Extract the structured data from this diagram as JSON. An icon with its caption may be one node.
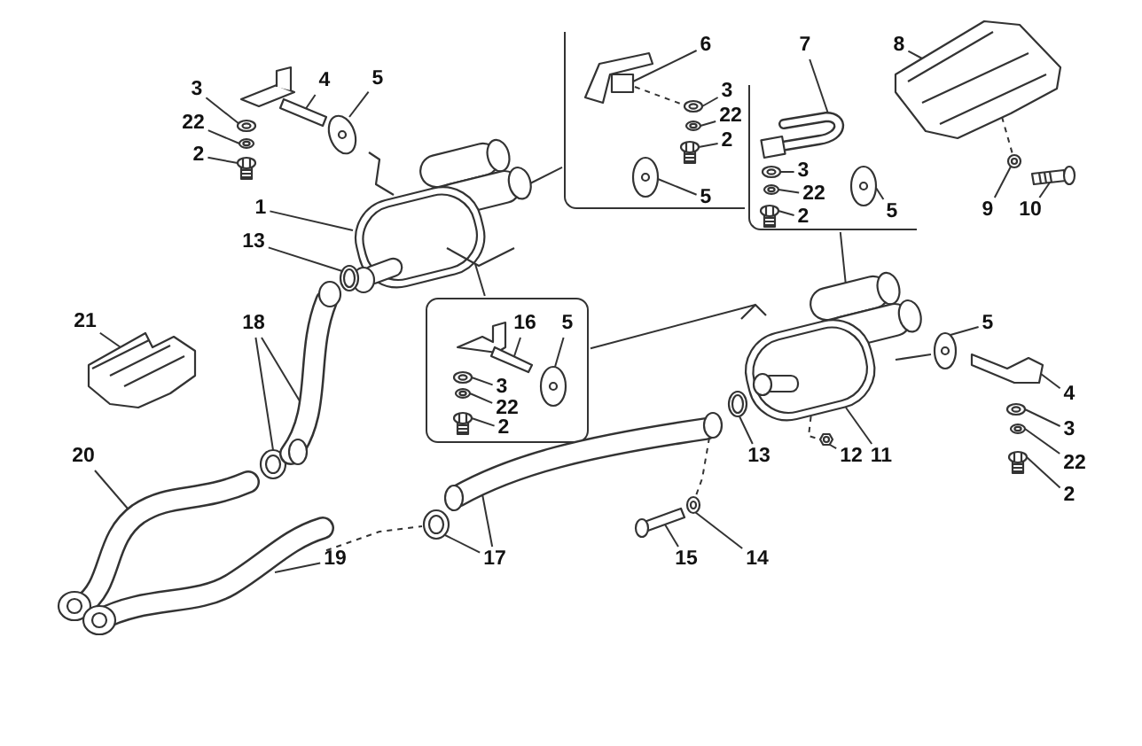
{
  "diagram": {
    "nodes": [
      {
        "text": [
          "3"
        ]
      },
      {
        "text": [
          "4"
        ]
      },
      {
        "text": [
          "5"
        ]
      },
      {
        "text": [
          "22"
        ]
      },
      {
        "text": [
          "2"
        ]
      },
      {
        "text": [],
        "shape": "box"
      },
      {
        "text": [
          "6"
        ],
        "in": 5
      },
      {
        "text": [
          "3"
        ],
        "in": 5
      },
      {
        "text": [
          "22"
        ],
        "in": 5
      },
      {
        "text": [
          "2"
        ],
        "in": 5
      },
      {
        "text": [
          "5"
        ],
        "in": 5
      },
      {
        "text": [
          "7"
        ]
      },
      {
        "text": [
          "8"
        ]
      },
      {
        "text": [],
        "shape": "box"
      },
      {
        "text": [
          "3"
        ],
        "in": 13
      },
      {
        "text": [
          "22"
        ],
        "in": 13
      },
      {
        "text": [
          "2"
        ],
        "in": 13
      },
      {
        "text": [
          "5"
        ],
        "in": 13
      },
      {
        "text": [
          "1"
        ]
      },
      {
        "text": [
          "9"
        ]
      },
      {
        "text": [
          "10"
        ]
      },
      {
        "text": [
          "13"
        ]
      },
      {
        "text": [
          "21"
        ]
      },
      {
        "text": [
          "18"
        ]
      },
      {
        "text": [],
        "shape": "box"
      },
      {
        "text": [
          "16"
        ],
        "in": 24
      },
      {
        "text": [
          "5"
        ],
        "in": 24
      },
      {
        "text": [
          "3"
        ],
        "in": 24
      },
      {
        "text": [
          "22"
        ],
        "in": 24
      },
      {
        "text": [
          "2"
        ]
      },
      {
        "text": [
          "5"
        ]
      },
      {
        "text": [
          "4"
        ]
      },
      {
        "text": [
          "3"
        ]
      },
      {
        "text": [
          "13"
        ]
      },
      {
        "text": [
          "12"
        ]
      },
      {
        "text": [
          "11"
        ]
      },
      {
        "text": [
          "20"
        ]
      },
      {
        "text": [
          "22"
        ]
      },
      {
        "text": [
          "2"
        ]
      },
      {
        "text": [
          "19"
        ]
      },
      {
        "text": [
          "17"
        ]
      },
      {
        "text": [
          "15"
        ]
      },
      {
        "text": [
          "14"
        ]
      },
      {
        "text": [],
        "shape": "picture"
      },
      {
        "text": [],
        "shape": "picture"
      },
      {
        "text": [],
        "shape": "picture"
      },
      {
        "text": [],
        "shape": "picture"
      },
      {
        "text": [],
        "shape": "picture"
      },
      {
        "text": [],
        "shape": "picture"
      },
      {
        "text": [],
        "shape": "picture",
        "in": 5
      },
      {
        "text": [],
        "shape": "picture",
        "in": 5
      },
      {
        "text": [],
        "shape": "picture",
        "in": 5
      },
      {
        "text": [],
        "shape": "picture",
        "in": 5
      },
      {
        "text": [],
        "shape": "picture",
        "in": 5
      },
      {
        "text": [],
        "shape": "picture",
        "in": 13
      },
      {
        "text": [],
        "shape": "picture"
      },
      {
        "text": [],
        "shape": "picture"
      },
      {
        "text": [],
        "shape": "picture",
        "in": 13
      },
      {
        "text": [],
        "shape": "picture",
        "in": 13
      },
      {
        "text": [],
        "shape": "picture",
        "in": 13
      },
      {
        "text": [],
        "shape": "picture",
        "in": 13
      },
      {
        "text": [],
        "shape": "picture"
      },
      {
        "text": [],
        "shape": "picture"
      },
      {
        "text": [],
        "shape": "picture"
      },
      {
        "text": [],
        "shape": "picture"
      },
      {
        "text": [],
        "shape": "picture"
      },
      {
        "text": [],
        "shape": "picture"
      },
      {
        "text": [],
        "shape": "picture",
        "in": 24
      },
      {
        "text": [],
        "shape": "picture",
        "in": 24
      },
      {
        "text": [],
        "shape": "picture",
        "in": 24
      },
      {
        "text": [],
        "shape": "picture",
        "in": 24
      },
      {
        "text": [],
        "shape": "picture"
      },
      {
        "text": [],
        "shape": "picture"
      },
      {
        "text": [],
        "shape": "picture"
      },
      {
        "text": [],
        "shape": "picture"
      },
      {
        "text": [],
        "shape": "picture"
      },
      {
        "text": [],
        "shape": "picture"
      },
      {
        "text": [],
        "shape": "picture"
      },
      {
        "text": [],
        "shape": "picture"
      },
      {
        "text": [],
        "shape": "picture"
      },
      {
        "text": [],
        "shape": "picture"
      },
      {
        "text": [],
        "shape": "picture"
      },
      {
        "text": [],
        "shape": "picture"
      },
      {
        "text": [],
        "shape": "picture"
      },
      {
        "text": [],
        "shape": "picture"
      }
    ],
    "edges": [
      {
        "from": 0,
        "to": 43,
        "arrow": "none"
      },
      {
        "from": 1,
        "to": 44,
        "arrow": "none"
      },
      {
        "from": 2,
        "to": 45,
        "arrow": "none"
      },
      {
        "from": 3,
        "to": 46,
        "arrow": "none"
      },
      {
        "from": 4,
        "to": 47,
        "arrow": "none"
      },
      {
        "from": 5,
        "to": 48,
        "arrow": "none"
      },
      {
        "from": 6,
        "to": 49,
        "arrow": "none"
      },
      {
        "from": 7,
        "to": 50,
        "arrow": "none"
      },
      {
        "from": 8,
        "to": 51,
        "arrow": "none"
      },
      {
        "from": 9,
        "to": 52,
        "arrow": "none"
      },
      {
        "from": 10,
        "to": 53,
        "arrow": "none"
      },
      {
        "from": 11,
        "to": 54,
        "arrow": "none"
      },
      {
        "from": 12,
        "to": 55,
        "arrow": "none"
      },
      {
        "from": 13,
        "to": 56,
        "arrow": "none"
      },
      {
        "from": 14,
        "to": 57,
        "arrow": "none"
      },
      {
        "from": 15,
        "to": 58,
        "arrow": "none"
      },
      {
        "from": 16,
        "to": 59,
        "arrow": "none"
      },
      {
        "from": 17,
        "to": 60,
        "arrow": "none"
      },
      {
        "from": 18,
        "to": 48,
        "arrow": "none"
      },
      {
        "from": 19,
        "to": 61,
        "arrow": "none"
      },
      {
        "from": 20,
        "to": 62,
        "arrow": "none"
      },
      {
        "from": 21,
        "to": 63,
        "arrow": "none"
      },
      {
        "from": 22,
        "to": 64,
        "arrow": "none"
      },
      {
        "from": 23,
        "to": 65,
        "arrow": "none"
      },
      {
        "from": 23,
        "to": 66,
        "arrow": "none"
      },
      {
        "from": 24,
        "to": 56,
        "arrow": "none"
      },
      {
        "from": 24,
        "to": 48,
        "arrow": "none"
      },
      {
        "from": 25,
        "to": 67,
        "arrow": "none"
      },
      {
        "from": 26,
        "to": 68,
        "arrow": "none"
      },
      {
        "from": 27,
        "to": 69,
        "arrow": "none"
      },
      {
        "from": 28,
        "to": 70,
        "arrow": "none"
      },
      {
        "from": 29,
        "to": 71,
        "arrow": "none"
      },
      {
        "from": 30,
        "to": 72,
        "arrow": "none"
      },
      {
        "from": 31,
        "to": 73,
        "arrow": "none"
      },
      {
        "from": 32,
        "to": 74,
        "arrow": "none"
      },
      {
        "from": 33,
        "to": 75,
        "arrow": "none"
      },
      {
        "from": 34,
        "to": 76,
        "arrow": "none"
      },
      {
        "from": 35,
        "to": 56,
        "arrow": "none"
      },
      {
        "from": 36,
        "to": 77,
        "arrow": "none"
      },
      {
        "from": 37,
        "to": 78,
        "arrow": "none"
      },
      {
        "from": 38,
        "to": 79,
        "arrow": "none"
      },
      {
        "from": 39,
        "to": 80,
        "arrow": "none"
      },
      {
        "from": 40,
        "to": 81,
        "arrow": "none"
      },
      {
        "from": 40,
        "to": 82,
        "arrow": "none"
      },
      {
        "from": 41,
        "to": 83,
        "arrow": "none"
      },
      {
        "from": 42,
        "to": 84,
        "arrow": "none"
      },
      {
        "from": 80,
        "to": 81,
        "arrow": "none",
        "style": "dashed"
      },
      {
        "from": 82,
        "to": 84,
        "arrow": "none",
        "style": "dashed"
      },
      {
        "from": 55,
        "to": 61,
        "arrow": "none",
        "style": "dashed"
      },
      {
        "from": 56,
        "to": 76,
        "arrow": "none",
        "style": "dashed"
      },
      {
        "from": 49,
        "to": 50,
        "arrow": "none",
        "style": "dashed"
      }
    ]
  }
}
